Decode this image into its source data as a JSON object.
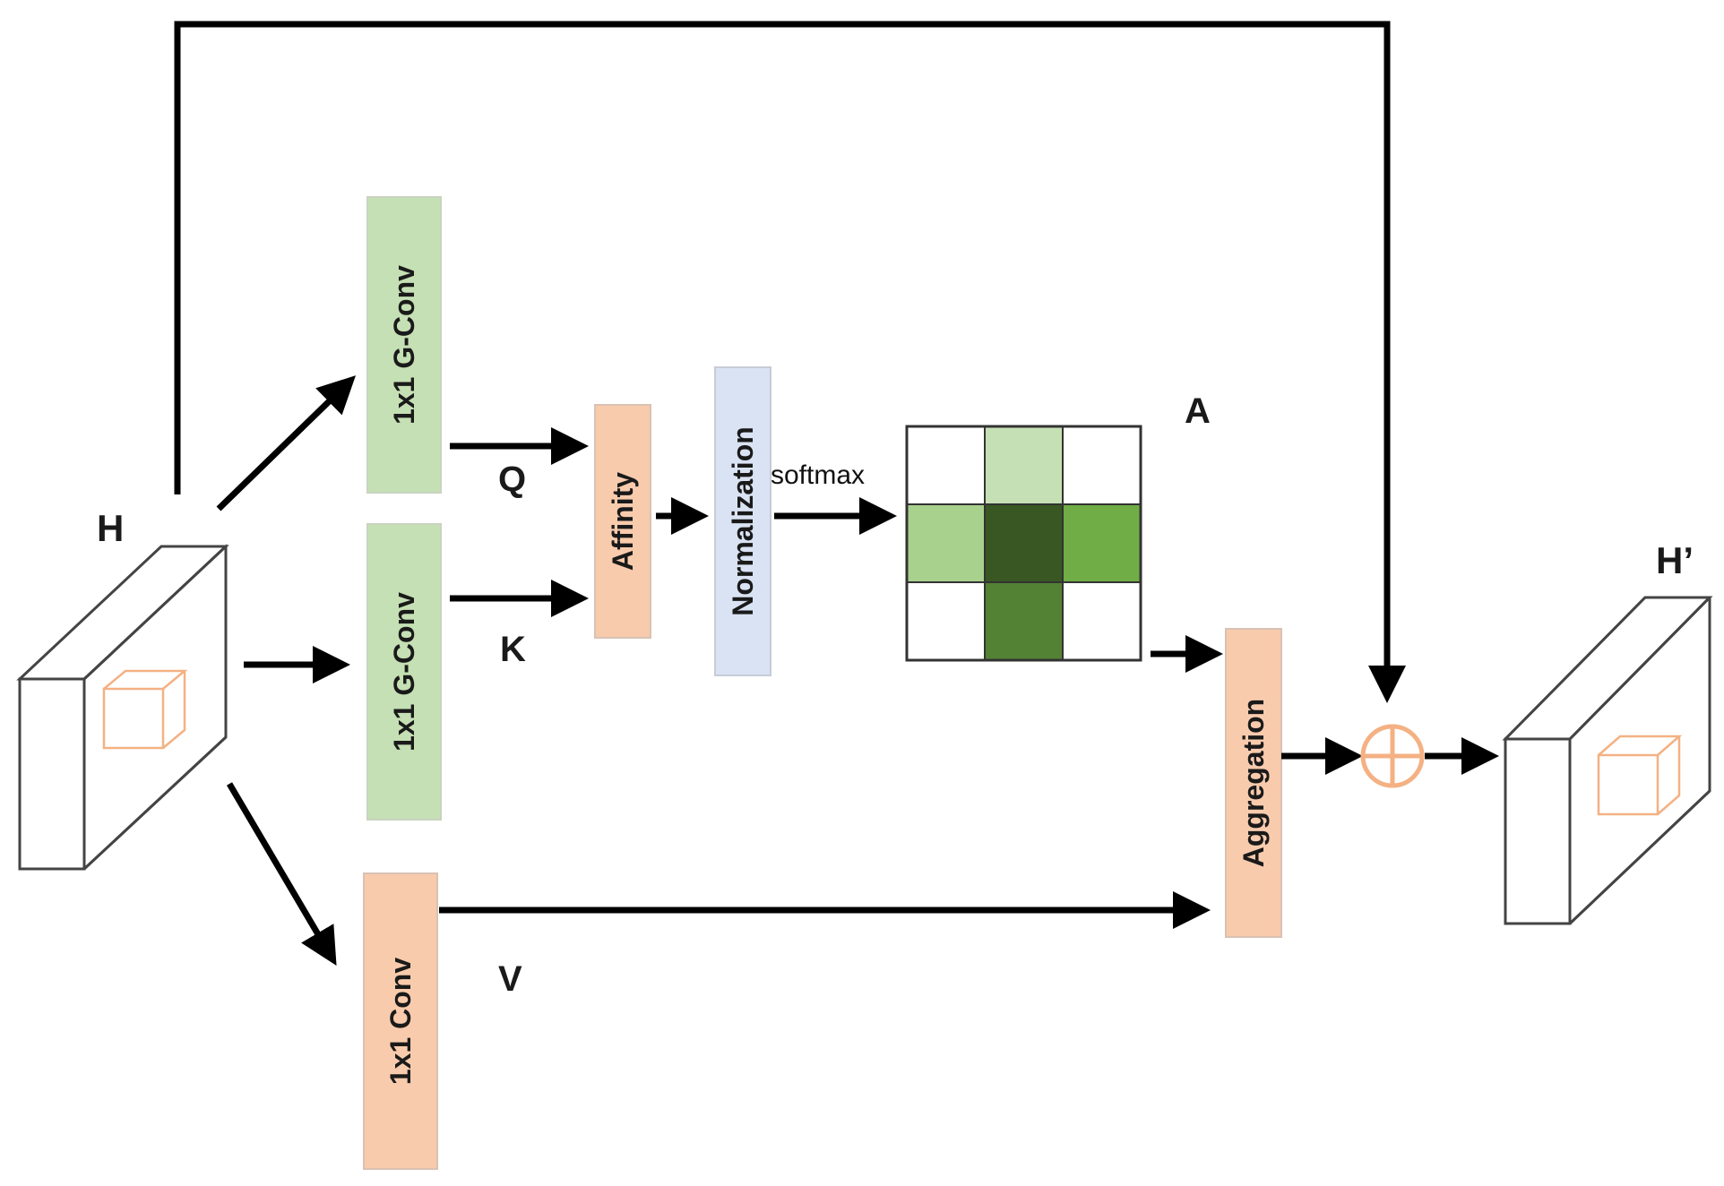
{
  "labels": {
    "input": "H",
    "output": "H’",
    "q": "Q",
    "k": "K",
    "v": "V",
    "a": "A",
    "softmax": "softmax"
  },
  "blocks": {
    "gconv_top": "1x1 G-Conv",
    "gconv_mid": "1x1 G-Conv",
    "conv_v": "1x1 Conv",
    "affinity": "Affinity",
    "normalization": "Normalization",
    "aggregation": "Aggregation"
  },
  "attention_grid": {
    "rows": 3,
    "cols": 3,
    "cells": [
      [
        "#ffffff",
        "#c5e0b4",
        "#ffffff"
      ],
      [
        "#a9d18e",
        "#385723",
        "#70ad47"
      ],
      [
        "#ffffff",
        "#548235",
        "#ffffff"
      ]
    ]
  },
  "colors": {
    "green_block": "#c5e0b4",
    "orange_block": "#f8cbad",
    "blue_block": "#dae3f3",
    "accent_orange": "#f4b183"
  }
}
